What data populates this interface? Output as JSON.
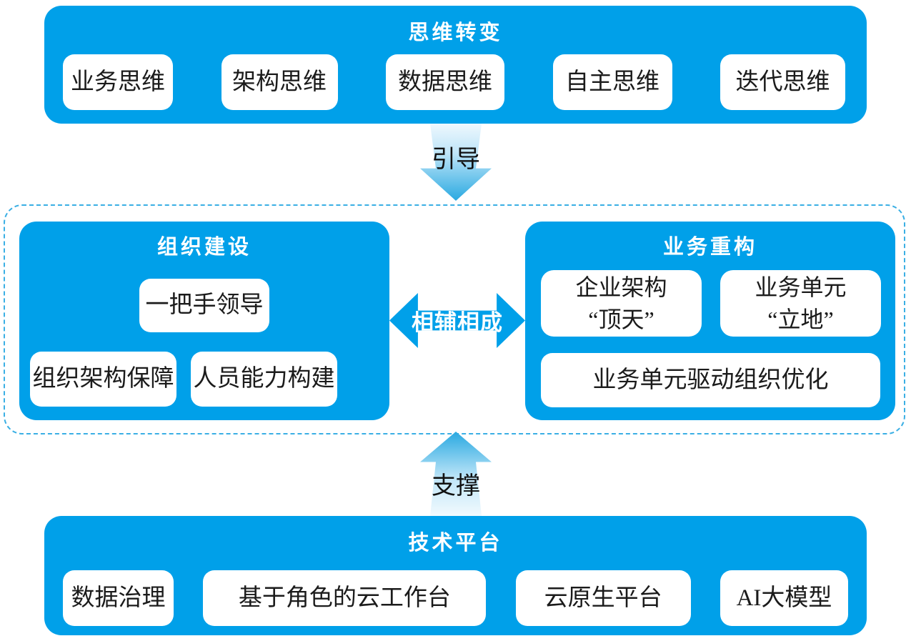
{
  "colors": {
    "primary_blue": "#00A0E9",
    "dashed_border": "#3AAFE4",
    "arrow_gradient_light": "#EEF8FE",
    "arrow_gradient_dark": "#29A9E1",
    "chip_text": "#1B1B1B"
  },
  "mindset": {
    "title": "思维转变",
    "items": [
      "业务思维",
      "架构思维",
      "数据思维",
      "自主思维",
      "迭代思维"
    ]
  },
  "arrows": {
    "guide": "引导",
    "support": "支撑",
    "mutual": "相辅相成"
  },
  "organization": {
    "title": "组织建设",
    "leader": "一把手领导",
    "items": [
      "组织架构保障",
      "人员能力构建"
    ]
  },
  "business": {
    "title": "业务重构",
    "items": [
      {
        "line1": "企业架构",
        "line2": "“顶天”"
      },
      {
        "line1": "业务单元",
        "line2": "“立地”"
      }
    ],
    "bottom": "业务单元驱动组织优化"
  },
  "platform": {
    "title": "技术平台",
    "items": [
      "数据治理",
      "基于角色的云工作台",
      "云原生平台",
      "AI大模型"
    ]
  }
}
